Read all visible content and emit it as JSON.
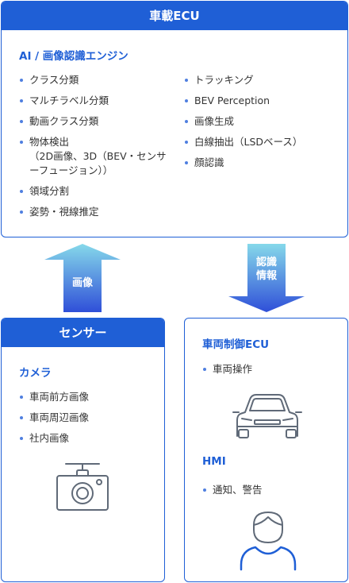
{
  "ecu": {
    "title": "車載ECU",
    "section_title": "AI / 画像認識エンジン",
    "left_items": [
      "クラス分類",
      "マルチラベル分類",
      "動画クラス分類",
      "物体検出\n（2D画像、3D（BEV・センサーフュージョン））",
      "領域分割",
      "姿勢・視線推定"
    ],
    "right_items": [
      "トラッキング",
      "BEV Perception",
      "画像生成",
      "白線抽出（LSDベース）",
      "顔認識"
    ]
  },
  "arrows": {
    "up_label": "画像",
    "down_label": "認識\n情報"
  },
  "sensor": {
    "title": "センサー",
    "section_title": "カメラ",
    "items": [
      "車両前方画像",
      "車両周辺画像",
      "社内画像"
    ]
  },
  "control": {
    "title": "車両制御ECU",
    "items": [
      "車両操作"
    ],
    "hmi_title": "HMI",
    "hmi_items": [
      "通知、警告"
    ]
  },
  "colors": {
    "primary": "#1f5fd6",
    "arrow_top": "#86d9ea",
    "arrow_bottom": "#2f4fd8"
  },
  "icons": [
    "car-icon",
    "camera-icon",
    "person-icon"
  ]
}
